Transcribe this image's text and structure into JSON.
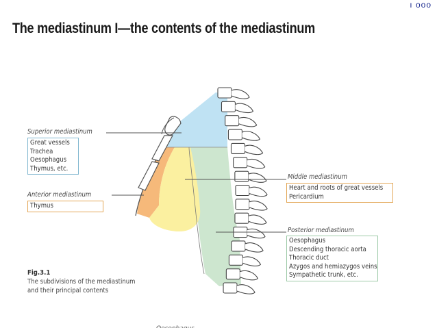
{
  "corner_text": "ı ooo",
  "title": "The mediastinum I—the contents of the mediastinum",
  "regions": {
    "superior": {
      "name": "Superior mediastinum",
      "contents": [
        "Great vessels",
        "Trachea",
        "Oesophagus",
        "Thymus, etc."
      ]
    },
    "anterior": {
      "name": "Anterior mediastinum",
      "contents": [
        "Thymus"
      ]
    },
    "middle": {
      "name": "Middle mediastinum",
      "contents": [
        "Heart and roots of great vessels",
        "Pericardium"
      ]
    },
    "posterior": {
      "name": "Posterior mediastinum",
      "contents": [
        "Oesophagus",
        "Descending thoracic aorta",
        "Thoracic duct",
        "Azygos and hemiazygos veins",
        "Sympathetic trunk, etc."
      ]
    }
  },
  "figure": {
    "number": "Fig.3.1",
    "caption_line1": "The subdivisions of the mediastinum",
    "caption_line2": "and their principal contents"
  },
  "bottom_cut_text": "Oesophagus",
  "colors": {
    "superior": "#bfe2f3",
    "anterior": "#f6b97a",
    "middle": "#fbf0a0",
    "posterior": "#cde6cf",
    "title_accent": "#1b2a8f"
  }
}
